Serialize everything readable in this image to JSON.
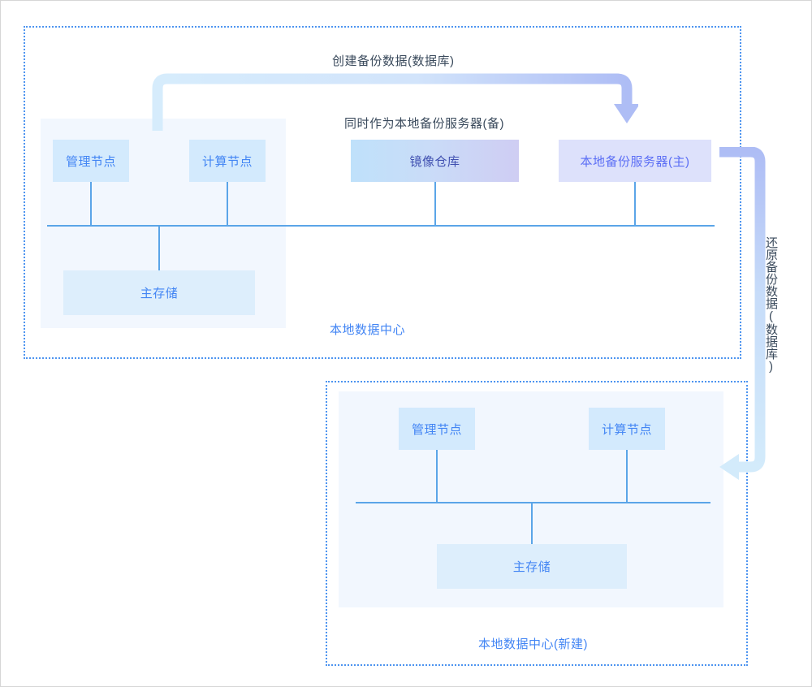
{
  "diagram": {
    "title_area": {
      "create_backup_label": "创建备份数据(数据库)",
      "also_as_backup_label": "同时作为本地备份服务器(备)",
      "restore_backup_label": "还原备份数据(数据库)"
    },
    "colors": {
      "accent_blue": "#4285f4",
      "line_blue": "#5ba5e8",
      "dashed_border": "#4d94f0",
      "panel_fill": "#f2f7fe",
      "node_lightblue": "#d3eafd",
      "node_lavender": "#dde1fb",
      "arrow_light": "#d3ebfb",
      "arrow_purple": "#aebdf5",
      "text_dark": "#3a4a5c"
    },
    "top_datacenter": {
      "label": "本地数据中心",
      "nodes": [
        {
          "id": "mgmt",
          "label": "管理节点"
        },
        {
          "id": "compute",
          "label": "计算节点"
        },
        {
          "id": "registry",
          "label": "镜像仓库"
        },
        {
          "id": "backup_server",
          "label": "本地备份服务器(主)"
        },
        {
          "id": "storage",
          "label": "主存储"
        }
      ]
    },
    "bottom_datacenter": {
      "label": "本地数据中心(新建)",
      "nodes": [
        {
          "id": "mgmt",
          "label": "管理节点"
        },
        {
          "id": "compute",
          "label": "计算节点"
        },
        {
          "id": "storage",
          "label": "主存储"
        }
      ]
    },
    "arrows": [
      {
        "id": "create-backup-arrow",
        "direction": "down",
        "label": "创建备份数据(数据库)"
      },
      {
        "id": "restore-backup-arrow",
        "direction": "left",
        "label": "还原备份数据(数据库)"
      }
    ]
  }
}
